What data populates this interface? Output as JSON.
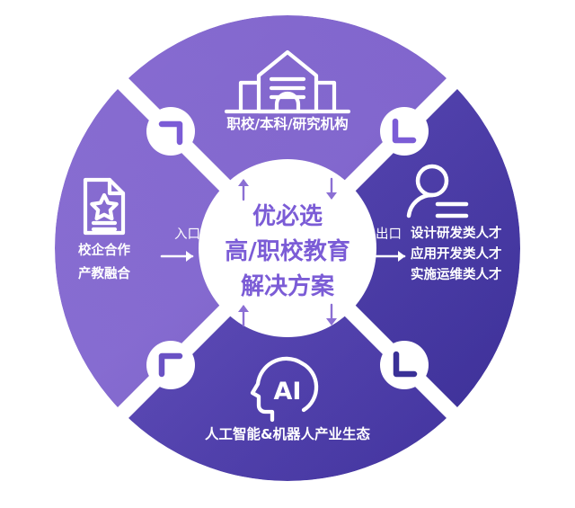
{
  "diagram": {
    "type": "circular-quadrant-donut",
    "title_lines": [
      "优必选",
      "高/职校教育",
      "解决方案"
    ],
    "colors": {
      "quadrant_top_left": "#8b6fd4",
      "quadrant_top_right": "#6f57c8",
      "quadrant_bottom_left": "#6a52c4",
      "quadrant_bottom_right": "#3a3197",
      "background": "#ffffff",
      "center_text": "#7b5cd6",
      "arrow": "#8b6fd4",
      "icon_stroke": "#ffffff",
      "corner_marker_fill": "#ffffff",
      "corner_marker_stroke": "#7b5cd6"
    },
    "segments": [
      {
        "id": "top",
        "position": "top",
        "icon": "school-building-icon",
        "label": "职校/本科/研究机构"
      },
      {
        "id": "right",
        "position": "right",
        "icon": "person-list-icon",
        "label_lines": [
          "设计研发类人才",
          "应用开发类人才",
          "实施运维类人才"
        ]
      },
      {
        "id": "bottom",
        "position": "bottom",
        "icon": "ai-head-icon",
        "icon_text": "AI",
        "label": "人工智能&机器人产业生态"
      },
      {
        "id": "left",
        "position": "left",
        "icon": "document-star-icon",
        "label_lines": [
          "校企合作",
          "产教融合"
        ]
      }
    ],
    "gates": [
      {
        "id": "entry",
        "label": "入口",
        "arrow": "→",
        "side": "left"
      },
      {
        "id": "exit",
        "label": "出口",
        "arrow": "→",
        "side": "right"
      }
    ],
    "flow_arrows": [
      {
        "id": "top-left-arrow",
        "glyph": "↑",
        "direction": "up"
      },
      {
        "id": "top-right-arrow",
        "glyph": "↓",
        "direction": "down"
      },
      {
        "id": "bottom-left-arrow",
        "glyph": "↑",
        "direction": "up"
      },
      {
        "id": "bottom-right-arrow",
        "glyph": "↓",
        "direction": "down"
      }
    ],
    "corner_markers": [
      {
        "id": "marker-top-left",
        "shape": "corner-bracket-top-right"
      },
      {
        "id": "marker-top-right",
        "shape": "corner-bracket-bottom-right"
      },
      {
        "id": "marker-bottom-left",
        "shape": "corner-bracket-top-left"
      },
      {
        "id": "marker-bottom-right",
        "shape": "corner-bracket-bottom-left"
      }
    ]
  }
}
